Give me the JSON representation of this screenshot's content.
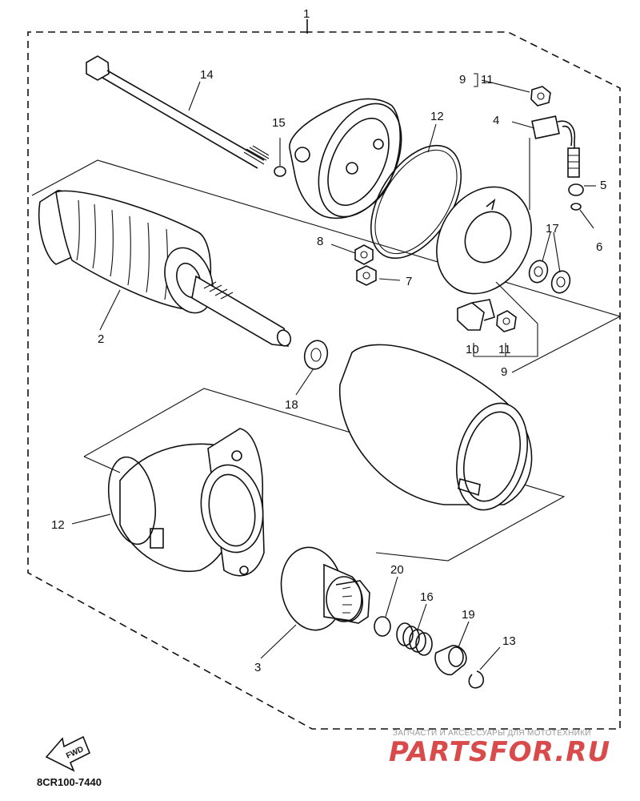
{
  "assembly_callout": "1",
  "part_callouts": {
    "p2": "2",
    "p3": "3",
    "p4": "4",
    "p5": "5",
    "p6": "6",
    "p7": "7",
    "p8": "8",
    "p9_top": "9",
    "p9_bottom": "9",
    "p10": "10",
    "p11_top": "11",
    "p11_bottom": "11",
    "p12_top": "12",
    "p12_left": "12",
    "p13": "13",
    "p14": "14",
    "p15": "15",
    "p16": "16",
    "p17": "17",
    "p18": "18",
    "p19": "19",
    "p20": "20"
  },
  "fwd_label": "FWD",
  "diagram_code": "8CR100-7440",
  "watermark": {
    "subtitle": "ЗАПЧАСТИ И АКСЕССУАРЫ ДЛЯ МОТОТЕХНИКИ",
    "brand": "PARTSFOR.RU"
  }
}
